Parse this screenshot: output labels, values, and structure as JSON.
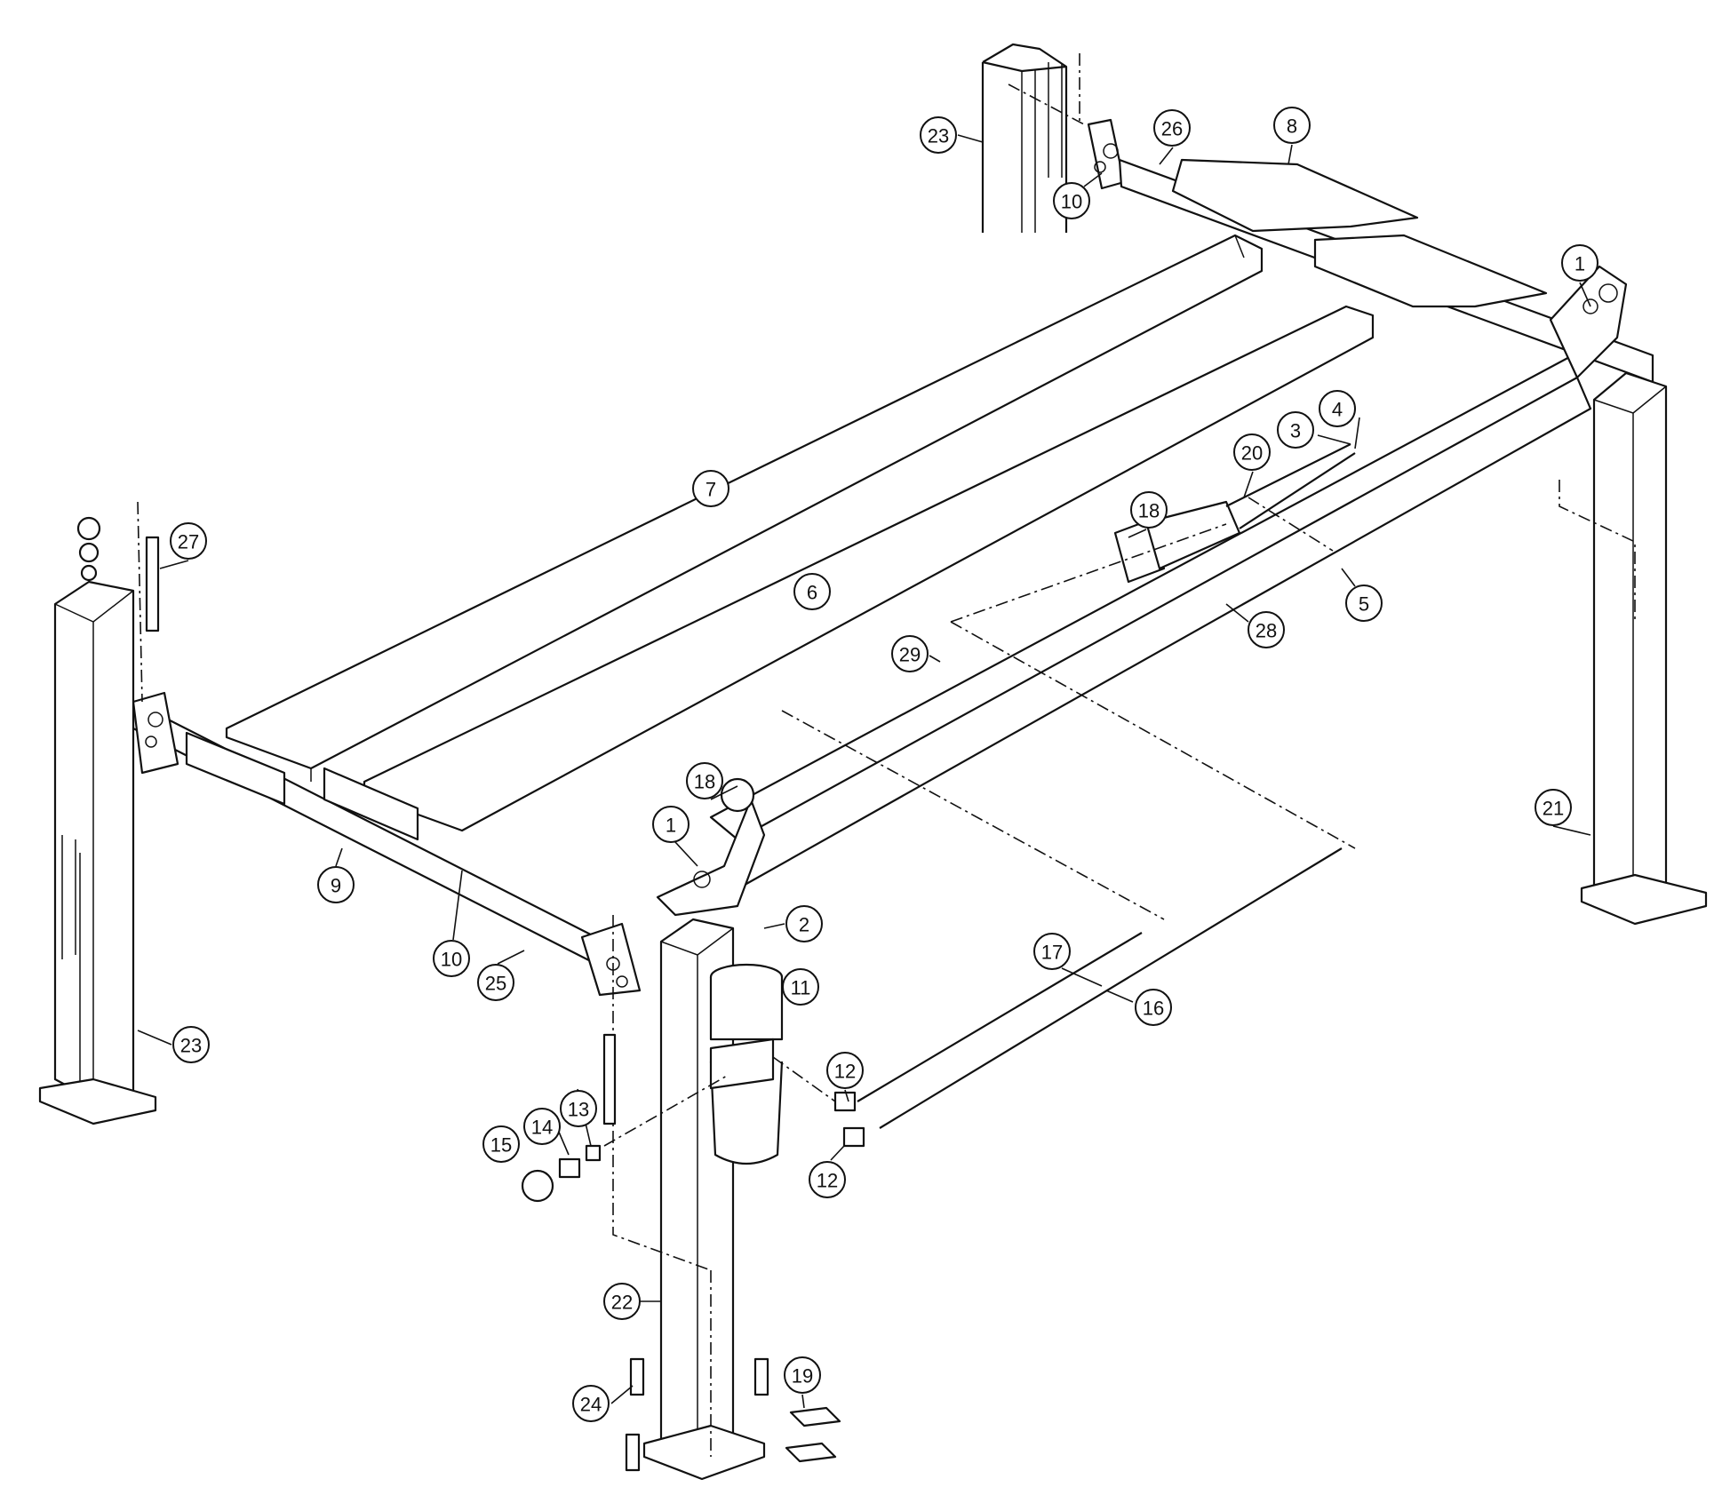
{
  "diagram": {
    "title": "Four-post lift exploded parts diagram",
    "callouts": [
      {
        "id": "c23a",
        "label": "23"
      },
      {
        "id": "c26",
        "label": "26"
      },
      {
        "id": "c8",
        "label": "8"
      },
      {
        "id": "c10a",
        "label": "10"
      },
      {
        "id": "c1a",
        "label": "1"
      },
      {
        "id": "c7",
        "label": "7"
      },
      {
        "id": "c6",
        "label": "6"
      },
      {
        "id": "c4",
        "label": "4"
      },
      {
        "id": "c3",
        "label": "3"
      },
      {
        "id": "c20",
        "label": "20"
      },
      {
        "id": "c18a",
        "label": "18"
      },
      {
        "id": "c5",
        "label": "5"
      },
      {
        "id": "c28",
        "label": "28"
      },
      {
        "id": "c29",
        "label": "29"
      },
      {
        "id": "c27",
        "label": "27"
      },
      {
        "id": "c18b",
        "label": "18"
      },
      {
        "id": "c1b",
        "label": "1"
      },
      {
        "id": "c9",
        "label": "9"
      },
      {
        "id": "c10b",
        "label": "10"
      },
      {
        "id": "c25",
        "label": "25"
      },
      {
        "id": "c2",
        "label": "2"
      },
      {
        "id": "c11",
        "label": "11"
      },
      {
        "id": "c17",
        "label": "17"
      },
      {
        "id": "c16",
        "label": "16"
      },
      {
        "id": "c21",
        "label": "21"
      },
      {
        "id": "c23b",
        "label": "23"
      },
      {
        "id": "c12a",
        "label": "12"
      },
      {
        "id": "c12b",
        "label": "12"
      },
      {
        "id": "c13",
        "label": "13"
      },
      {
        "id": "c14",
        "label": "14"
      },
      {
        "id": "c15",
        "label": "15"
      },
      {
        "id": "c22",
        "label": "22"
      },
      {
        "id": "c19",
        "label": "19"
      },
      {
        "id": "c24",
        "label": "24"
      }
    ]
  }
}
